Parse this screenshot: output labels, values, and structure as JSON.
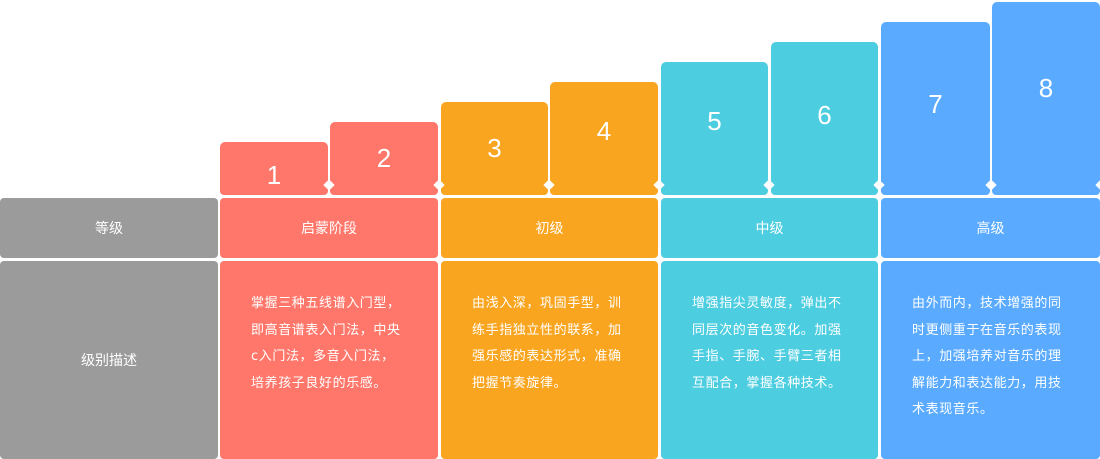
{
  "steps": [
    "1",
    "2",
    "3",
    "4",
    "5",
    "6",
    "7",
    "8"
  ],
  "header": {
    "label": "等级",
    "levels": [
      "启蒙阶段",
      "初级",
      "中级",
      "高级"
    ]
  },
  "desc": {
    "label": "级别描述",
    "items": [
      [
        "掌握三种五线谱入门型，",
        "即高音谱表入门法，中央",
        "c入门法，多音入门法，",
        "培养孩子良好的乐感。"
      ],
      [
        "由浅入深，巩固手型，训",
        "练手指独立性的联系，加",
        "强乐感的表达形式，准确",
        "把握节奏旋律。"
      ],
      [
        "增强指尖灵敏度，弹出不",
        "同层次的音色变化。加强",
        "手指、手腕、手臂三者相",
        "互配合，掌握各种技术。"
      ],
      [
        "由外而内，技术增强的同",
        "时更侧重于在音乐的表现",
        "上，加强培养对音乐的理",
        "解能力和表达能力，用技",
        "术表现音乐。"
      ]
    ]
  },
  "colors": {
    "gray": "#9b9b9b",
    "red": "#ff776a",
    "orange": "#f9a51f",
    "cyan": "#4dcde0",
    "blue": "#5aabff"
  }
}
